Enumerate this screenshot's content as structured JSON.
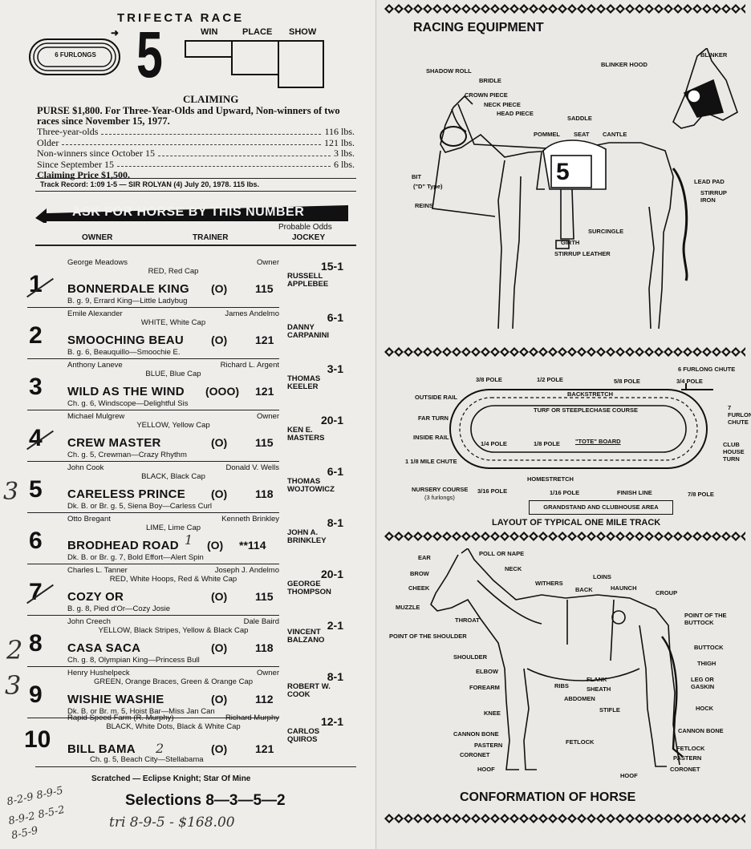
{
  "race": {
    "type": "TRIFECTA RACE",
    "number": "5",
    "distance": "6 FURLONGS",
    "wps": [
      "WIN",
      "PLACE",
      "SHOW"
    ],
    "class": "CLAIMING",
    "conditions": "PURSE $1,800. For Three-Year-Olds and Upward, Non-winners of two races since November 15, 1977.",
    "weights": [
      {
        "label": "Three-year-olds",
        "value": "116 lbs."
      },
      {
        "label": "Older",
        "value": "121 lbs."
      },
      {
        "label": "Non-winners since October 15",
        "value": "3 lbs."
      },
      {
        "label": "Since September 15",
        "value": "6 lbs."
      }
    ],
    "claiming": "Claiming Price $1,500.",
    "track_record": "Track Record: 1:09 1-5 — SIR ROLYAN (4) July 20, 1978. 115 lbs.",
    "banner": "ASK FOR HORSE BY THIS NUMBER",
    "headers": {
      "owner": "OWNER",
      "trainer": "TRAINER",
      "odds": "Probable Odds",
      "jockey": "JOCKEY"
    },
    "entries": [
      {
        "num": "1",
        "owner": "George Meadows",
        "trainer": "Owner",
        "colors": "RED, Red Cap",
        "odds": "15-1",
        "jockey1": "RUSSELL",
        "jockey2": "APPLEBEE",
        "name": "BONNERDALE KING",
        "mark": "(O)",
        "wt": "115",
        "breed": "B. g. 9, Errard King—Little Ladybug"
      },
      {
        "num": "2",
        "owner": "Emile Alexander",
        "trainer": "James Andelmo",
        "colors": "WHITE, White Cap",
        "odds": "6-1",
        "jockey1": "DANNY",
        "jockey2": "CARPANINI",
        "name": "SMOOCHING BEAU",
        "mark": "(O)",
        "wt": "121",
        "breed": "B. g. 6, Beauquillo—Smoochie E."
      },
      {
        "num": "3",
        "owner": "Anthony Laneve",
        "trainer": "Richard L. Argent",
        "colors": "BLUE, Blue Cap",
        "odds": "3-1",
        "jockey1": "THOMAS",
        "jockey2": "KEELER",
        "name": "WILD AS THE WIND",
        "mark": "(OOO)",
        "wt": "121",
        "breed": "Ch. g. 6, Windscope—Delightful Sis"
      },
      {
        "num": "4",
        "owner": "Michael Mulgrew",
        "trainer": "Owner",
        "colors": "YELLOW, Yellow Cap",
        "odds": "20-1",
        "jockey1": "KEN E.",
        "jockey2": "MASTERS",
        "name": "CREW MASTER",
        "mark": "(O)",
        "wt": "115",
        "breed": "Ch. g. 5, Crewman—Crazy Rhythm"
      },
      {
        "num": "5",
        "owner": "John Cook",
        "trainer": "Donald V. Wells",
        "colors": "BLACK, Black Cap",
        "odds": "6-1",
        "jockey1": "THOMAS",
        "jockey2": "WOJTOWICZ",
        "name": "CARELESS PRINCE",
        "mark": "(O)",
        "wt": "118",
        "breed": "Dk. B. or Br. g. 5, Siena Boy—Carless Curl"
      },
      {
        "num": "6",
        "owner": "Otto Bregant",
        "trainer": "Kenneth Brinkley",
        "colors": "LIME, Lime Cap",
        "odds": "8-1",
        "jockey1": "JOHN A.",
        "jockey2": "BRINKLEY",
        "name": "BRODHEAD ROAD",
        "mark": "(O)",
        "wt": "**114",
        "breed": "Dk. B. or Br. g. 7, Bold Effort—Alert Spin"
      },
      {
        "num": "7",
        "owner": "Charles L. Tanner",
        "trainer": "Joseph J. Andelmo",
        "colors": "RED, White Hoops, Red & White Cap",
        "odds": "20-1",
        "jockey1": "GEORGE",
        "jockey2": "THOMPSON",
        "name": "COZY OR",
        "mark": "(O)",
        "wt": "115",
        "breed": "B. g. 8, Pied d'Or—Cozy Josie"
      },
      {
        "num": "8",
        "owner": "John Creech",
        "trainer": "Dale Baird",
        "colors": "YELLOW, Black Stripes, Yellow & Black Cap",
        "odds": "2-1",
        "jockey1": "VINCENT",
        "jockey2": "BALZANO",
        "name": "CASA SACA",
        "mark": "(O)",
        "wt": "118",
        "breed": "Ch. g. 8, Olympian King—Princess Bull"
      },
      {
        "num": "9",
        "owner": "Henry Hushelpeck",
        "trainer": "Owner",
        "colors": "GREEN, Orange Braces, Green & Orange Cap",
        "odds": "8-1",
        "jockey1": "ROBERT W.",
        "jockey2": "COOK",
        "name": "WISHIE WASHIE",
        "mark": "(O)",
        "wt": "112",
        "breed": "Dk. B. or Br. m. 5, Hoist Bar—Miss Jan Can"
      },
      {
        "num": "10",
        "owner": "Rapid Speed Farm (R. Murphy)",
        "trainer": "Richard Murphy",
        "colors": "BLACK, White Dots, Black & White Cap",
        "odds": "12-1",
        "jockey1": "CARLOS",
        "jockey2": "QUIROS",
        "name": "BILL BAMA",
        "mark": "(O)",
        "wt": "121",
        "breed": "Ch. g. 5, Beach City—Stellabama"
      }
    ],
    "scratched": "Scratched — Eclipse Knight; Star Of Mine",
    "selections": "Selections 8—3—5—2",
    "handwriting": {
      "a": "3",
      "b": "1",
      "c": "2",
      "d": "3",
      "e": "2",
      "f": "8-2-9 8-9-5",
      "g": "8-9-2 8-5-2",
      "h": "8-5-9",
      "i": "tri 8-9-5 - $168.00"
    }
  },
  "equipment": {
    "title": "RACING EQUIPMENT",
    "labels": [
      "SHADOW ROLL",
      "BRIDLE",
      "CROWN PIECE",
      "NECK PIECE",
      "HEAD PIECE",
      "SADDLE",
      "POMMEL",
      "SEAT",
      "CANTLE",
      "BLINKER HOOD",
      "BLINKER",
      "BIT",
      "(\"D\" Type)",
      "REINS",
      "LEAD PAD",
      "STIRRUP IRON",
      "SURCINGLE",
      "GIRTH",
      "STIRRUP LEATHER"
    ],
    "saddle_number": "5"
  },
  "track": {
    "title": "LAYOUT OF TYPICAL ONE MILE TRACK",
    "labels": [
      "6 FURLONG CHUTE",
      "3/8 POLE",
      "1/2 POLE",
      "5/8 POLE",
      "3/4 POLE",
      "OUTSIDE RAIL",
      "BACKSTRETCH",
      "TURF OR STEEPLECHASE COURSE",
      "7 FURLONG CHUTE",
      "FAR TURN",
      "INSIDE RAIL",
      "1/4 POLE",
      "1/8 POLE",
      "\"TOTE\" BOARD",
      "CLUB HOUSE TURN",
      "1 1/8 MILE CHUTE",
      "HOMESTRETCH",
      "NURSERY COURSE",
      "(3 furlongs)",
      "3/16 POLE",
      "1/16 POLE",
      "FINISH LINE",
      "7/8 POLE",
      "GRANDSTAND AND CLUBHOUSE AREA"
    ]
  },
  "conformation": {
    "title": "CONFORMATION OF HORSE",
    "labels": [
      "EAR",
      "POLL OR NAPE",
      "BROW",
      "NECK",
      "CHEEK",
      "WITHERS",
      "LOINS",
      "BACK",
      "HAUNCH",
      "CROUP",
      "MUZZLE",
      "THROAT",
      "POINT OF THE BUTTOCK",
      "POINT OF THE SHOULDER",
      "BUTTOCK",
      "SHOULDER",
      "THIGH",
      "ELBOW",
      "FLANK",
      "LEG OR GASKIN",
      "FOREARM",
      "RIBS",
      "SHEATH",
      "ABDOMEN",
      "STIFLE",
      "HOCK",
      "KNEE",
      "CANNON BONE",
      "CANNON BONE",
      "PASTERN",
      "FETLOCK",
      "FETLOCK",
      "CORONET",
      "PASTERN",
      "HOOF",
      "CORONET",
      "HOOF"
    ]
  }
}
